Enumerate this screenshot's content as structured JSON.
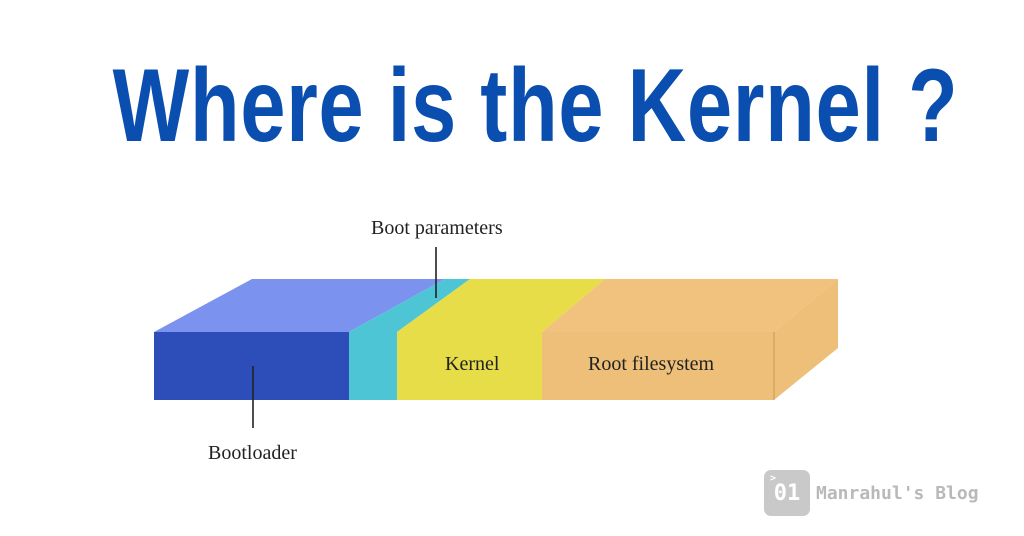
{
  "title": "Where is the Kernel ?",
  "diagram": {
    "labels": {
      "boot_parameters": "Boot parameters",
      "kernel": "Kernel",
      "root_filesystem": "Root filesystem",
      "bootloader": "Bootloader"
    },
    "colors": {
      "bootloader": "#2d4eb8",
      "boot_parameters": "#4dc5d4",
      "kernel": "#e6dd48",
      "root_filesystem": "#edbf78",
      "title": "#0a4fb0"
    }
  },
  "brand": {
    "logo_text": "01",
    "logo_caret": ">",
    "name": "Manrahul's Blog"
  }
}
